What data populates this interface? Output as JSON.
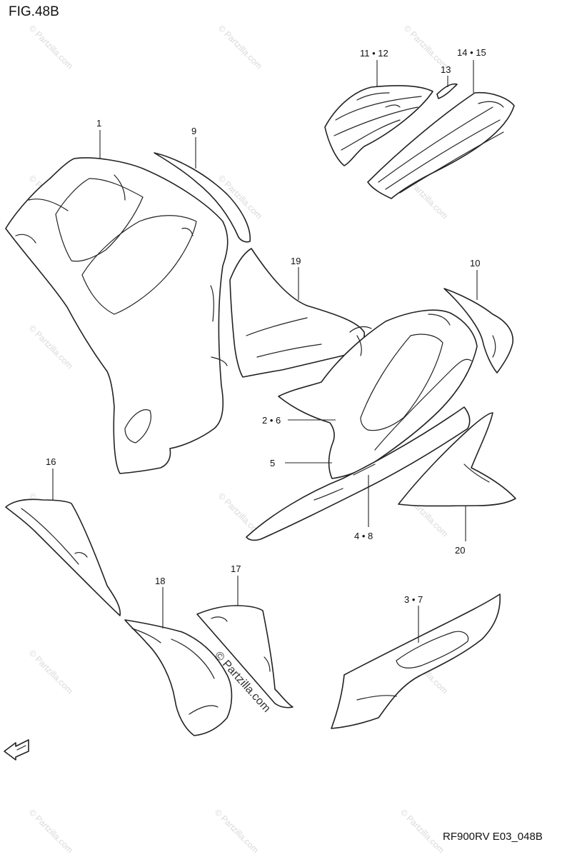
{
  "figure": {
    "title": "FIG.48B",
    "code": "RF900RV E03_048B"
  },
  "callouts": {
    "c1": "1",
    "c9": "9",
    "c11_12": "11 • 12",
    "c13": "13",
    "c14_15": "14 • 15",
    "c19": "19",
    "c10": "10",
    "c2_6": "2 • 6",
    "c5": "5",
    "c4_8": "4 • 8",
    "c20": "20",
    "c16": "16",
    "c18": "18",
    "c17": "17",
    "c3_7": "3 • 7"
  },
  "watermark": {
    "text": "© Partzilla.com"
  },
  "icons": {
    "fwd_arrow": "fwd-arrow-icon"
  }
}
